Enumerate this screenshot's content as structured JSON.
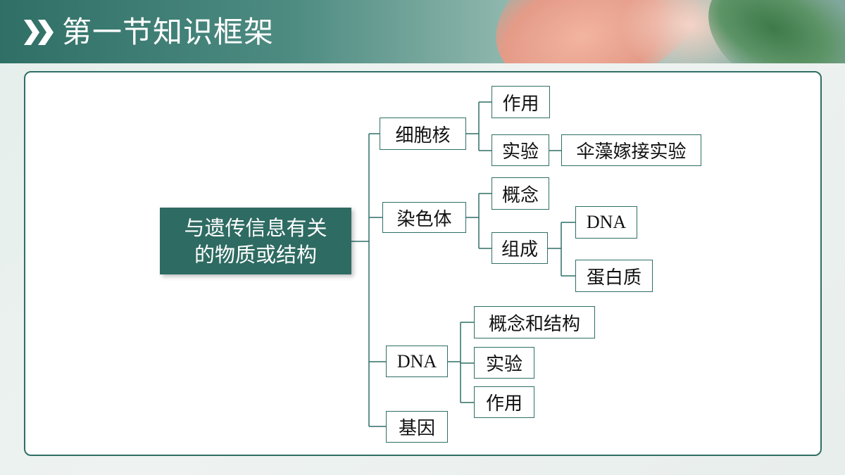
{
  "header": {
    "title": "第一节知识框架"
  },
  "colors": {
    "accent": "#2f6f66",
    "root_fill": "#2e6b62",
    "node_border": "#2f6f66",
    "line": "#2f6f66"
  },
  "diagram": {
    "root": {
      "line1": "与遗传信息有关",
      "line2": "的物质或结构"
    },
    "nucleus": {
      "label": "细胞核",
      "function": "作用",
      "experiment": "实验",
      "experiment_detail": "伞藻嫁接实验"
    },
    "chromosome": {
      "label": "染色体",
      "concept": "概念",
      "composition": "组成",
      "dna": "DNA",
      "protein": "蛋白质"
    },
    "dna": {
      "label": "DNA",
      "concept_structure": "概念和结构",
      "experiment": "实验",
      "function": "作用"
    },
    "gene": {
      "label": "基因"
    }
  }
}
